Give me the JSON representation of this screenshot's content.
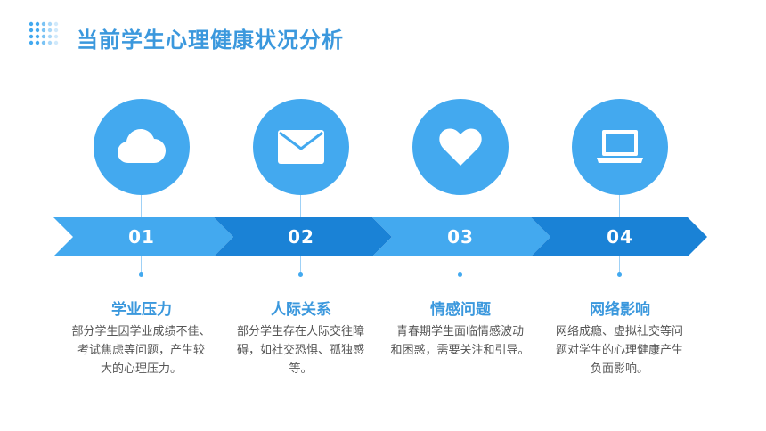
{
  "page": {
    "title": "当前学生心理健康状况分析"
  },
  "colors": {
    "accent": "#43a9ef",
    "title": "#3b98dd",
    "arrow_light": "#43a9ef",
    "arrow_dark": "#1a82d6",
    "text": "#555555"
  },
  "items": [
    {
      "number": "01",
      "icon": "cloud-icon",
      "heading": "学业压力",
      "desc_lines": [
        "部分学生因学业成绩不佳、",
        "考试焦虑等问题，产生较",
        "大的心理压力。"
      ]
    },
    {
      "number": "02",
      "icon": "envelope-icon",
      "heading": "人际关系",
      "desc_lines": [
        "部分学生存在人际交往障",
        "碍，如社交恐惧、孤独感",
        "等。"
      ]
    },
    {
      "number": "03",
      "icon": "heart-icon",
      "heading": "情感问题",
      "desc_lines": [
        "青春期学生面临情感波动",
        "和困惑，需要关注和引导。"
      ]
    },
    {
      "number": "04",
      "icon": "laptop-icon",
      "heading": "网络影响",
      "desc_lines": [
        "网络成瘾、虚拟社交等问",
        "题对学生的心理健康产生",
        "负面影响。"
      ]
    }
  ]
}
